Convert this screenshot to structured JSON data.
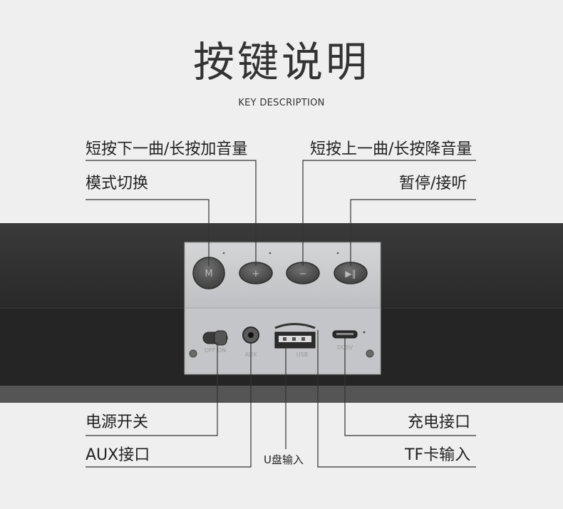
{
  "header": {
    "title": "按键说明",
    "subtitle": "KEY DESCRIPTION"
  },
  "labels": {
    "short_next": "短按下一曲/长按加音量",
    "short_prev": "短按上一曲/长按降音量",
    "mode_switch": "模式切换",
    "pause_answer": "暂停/接听",
    "power_switch": "电源开关",
    "charging_port": "充电接口",
    "aux_port": "AUX接口",
    "u_disk_input": "U盘输入",
    "tf_input": "TF卡输入"
  },
  "panel_print": {
    "off_on": "OFF ON",
    "aux": "AUX",
    "usb": "USB",
    "dc5v": "DC5V"
  },
  "colors": {
    "background": "#efefef",
    "soundbar": "#2b2b2b",
    "panel": "#c9cacc",
    "button": "#555555",
    "line": "#333333"
  }
}
